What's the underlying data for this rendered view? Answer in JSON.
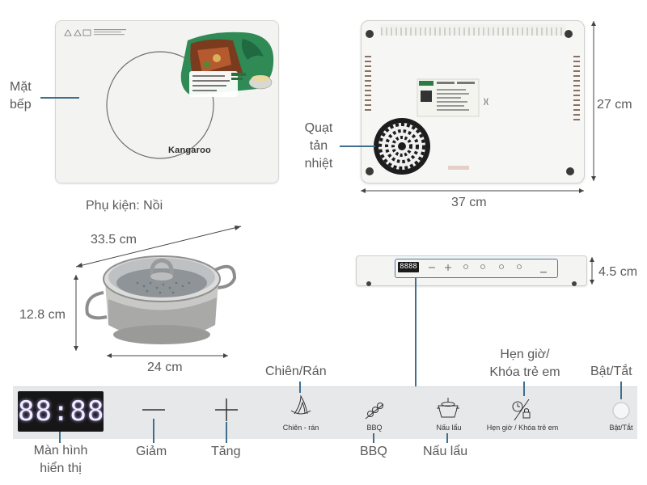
{
  "labels": {
    "mat_bep": "Mặt\nbếp",
    "quat_tan_nhiet": "Quạt\ntản\nnhiệt",
    "phu_kien": "Phụ kiện: Nồi",
    "width_37": "37 cm",
    "height_27": "27 cm",
    "pot_diag": "33.5 cm",
    "pot_height": "12.8 cm",
    "pot_width": "24 cm",
    "side_height": "4.5 cm",
    "chien_ran": "Chiên/Rán",
    "hen_gio": "Hẹn giờ/\nKhóa trẻ em",
    "bat_tat": "Bật/Tắt",
    "man_hinh": "Màn hình\nhiển thị",
    "giam": "Giảm",
    "tang": "Tăng",
    "bbq": "BBQ",
    "nau_lau": "Nấu lẩu"
  },
  "cooktop": {
    "brand": "Kangaroo"
  },
  "control_strip": {
    "display_value": "88:88",
    "minus_symbol": "−",
    "plus_symbol": "+",
    "chien_ran_text": "Chiên - rán",
    "bbq_text": "BBQ",
    "nau_lau_text": "Nấu lẩu",
    "hen_gio_text": "Hẹn giờ / Khóa trẻ em",
    "bat_tat_text": "Bật/Tắt"
  },
  "side_view": {
    "display_value": "8888"
  },
  "colors": {
    "leader_line": "#3f6f8f",
    "strip_bg": "#e6e8ea",
    "display_bg": "#161616",
    "display_digits": "#f1ecff"
  }
}
